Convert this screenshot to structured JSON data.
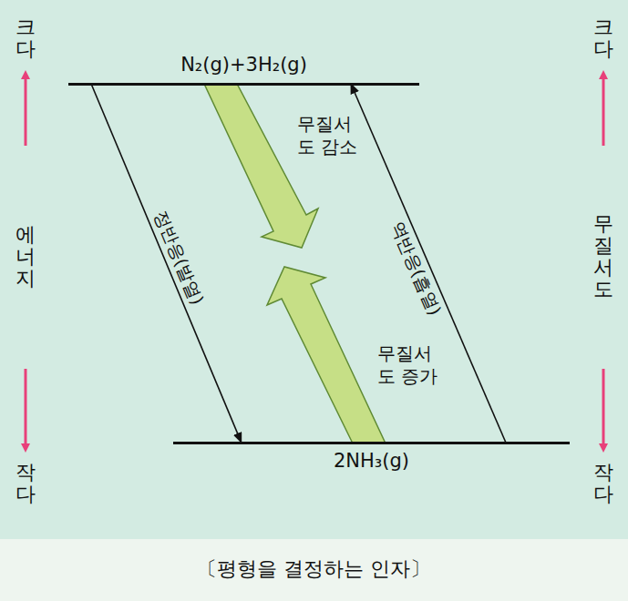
{
  "diagram": {
    "caption": "〔평형을 결정하는 인자〕",
    "nodes": [
      {
        "text": [
          "N₂(g)+3H₂(g)"
        ]
      },
      {
        "text": [
          "2NH₃(g)"
        ]
      }
    ],
    "edges": [
      {
        "from": 0,
        "to": 1,
        "arrow": "to",
        "label": "정반응(발열)"
      },
      {
        "from": 1,
        "to": 0,
        "arrow": "to",
        "label": "역반응(흡열)"
      }
    ],
    "labels": [
      "크다",
      "에너지",
      "작다",
      "크다",
      "무질서도",
      "작다",
      "무질서 도 감소",
      "무질서 도 증가"
    ]
  }
}
